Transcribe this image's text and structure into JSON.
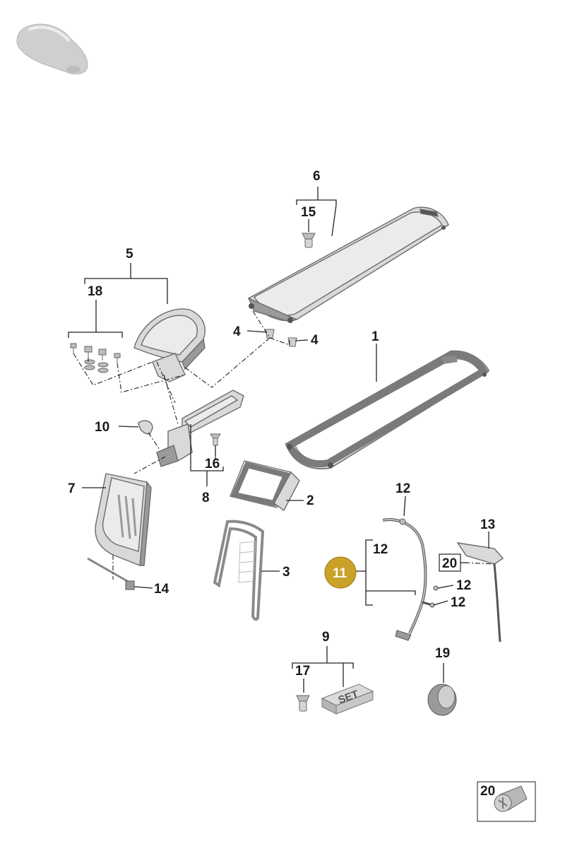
{
  "diagram": {
    "callouts": {
      "c1": "1",
      "c2": "2",
      "c3": "3",
      "c4a": "4",
      "c4b": "4",
      "c5": "5",
      "c6": "6",
      "c7": "7",
      "c8": "8",
      "c9": "9",
      "c10": "10",
      "c11": "11",
      "c12a": "12",
      "c12b": "12",
      "c12c": "12",
      "c12d": "12",
      "c13": "13",
      "c14": "14",
      "c15": "15",
      "c16": "16",
      "c17": "17",
      "c18": "18",
      "c19": "19",
      "c20": "20",
      "c20legend": "20"
    },
    "set_label": "SET",
    "highlight_color": "#c9a227"
  }
}
